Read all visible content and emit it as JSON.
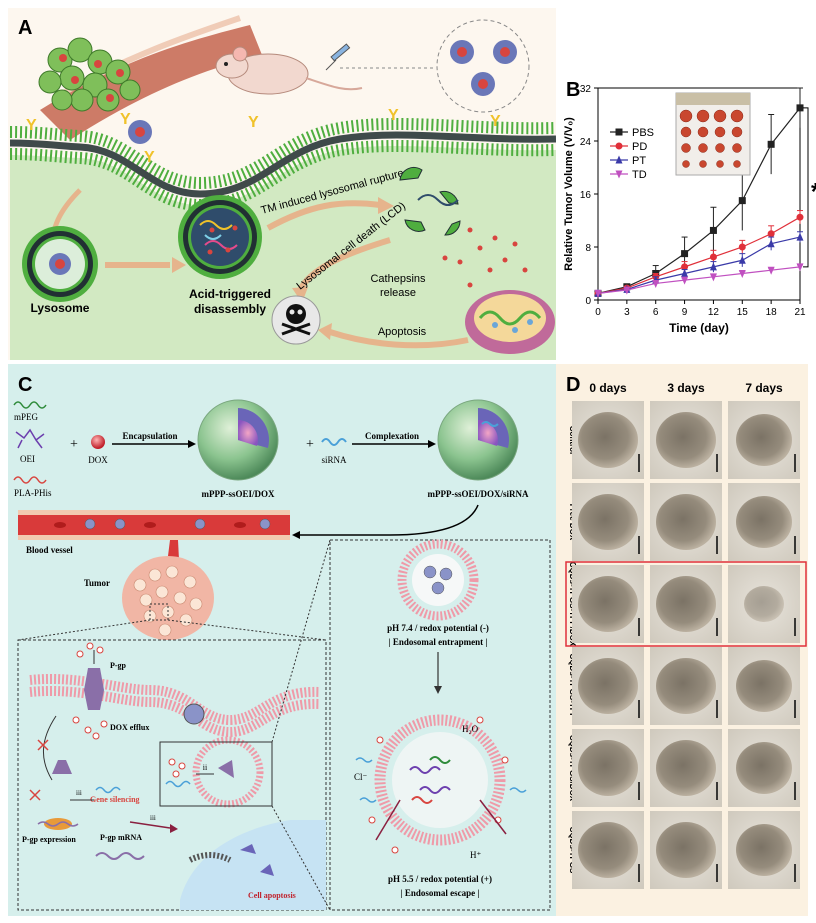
{
  "panels": {
    "a": {
      "label": "A",
      "lysosome": "Lysosome",
      "acid_1": "Acid-triggered",
      "acid_2": "disassembly",
      "tm": "TM induced lysosomal rupture",
      "lcd": "Lysosomal cell death (LCD)",
      "cath_1": "Cathepsins",
      "cath_2": "release",
      "apoptosis": "Apoptosis",
      "colors": {
        "bg": "#fdf7ef",
        "membrane": "#4fae3f",
        "cytoplasm": "#d2e9c2"
      }
    },
    "b": {
      "label": "B"
    },
    "c": {
      "label": "C",
      "mpeg": "mPEG",
      "oei": "OEI",
      "plaphis": "PLA-PHis",
      "plus_1": "+",
      "plus_2": "+",
      "dox": "DOX",
      "encap": "Encapsulation",
      "complex": "Complexation",
      "sirna": "siRNA",
      "product_1": "mPPP-ssOEI/DOX",
      "product_2": "mPPP-ssOEI/DOX/siRNA",
      "blood": "Blood vessel",
      "tumor": "Tumor",
      "pgp": "P-gp",
      "dox_efflux": "DOX efflux",
      "ii": "ii",
      "iii_1": "iii",
      "iii_2": "iii",
      "gene_sil": "Gene silencing",
      "pgp_exp": "P-gp expression",
      "pgp_mrna": "P-gp mRNA",
      "cell_apop": "Cell apoptosis",
      "ph74": "pH 7.4 / redox potential (-)",
      "endo_trap": "| Endosomal entrapment |",
      "h2o": "H₂O",
      "cl": "Cl⁻",
      "hplus": "H⁺",
      "ph55": "pH 5.5 / redox potential (+)",
      "endo_escape": "| Endosomal escape |",
      "colors": {
        "bg": "#d6efec"
      }
    },
    "d": {
      "label": "D",
      "columns": [
        "0 days",
        "3 days",
        "7 days"
      ],
      "rows": [
        "Control",
        "Free DOX",
        "CQDs-TPGS-TPP/DOX",
        "CQDs-TPGS-TPP",
        "CQDs-TPGS/DOX",
        "CQDs-TPGS"
      ],
      "highlight_row": 2,
      "colors": {
        "bg": "#fbf1e1",
        "highlight": "#e0303a"
      }
    }
  },
  "chart_data": {
    "type": "line",
    "title": "",
    "xlabel": "Time (day)",
    "ylabel": "Relative Tumor Volume (V/V₀)",
    "x": [
      0,
      3,
      6,
      9,
      12,
      15,
      18,
      21
    ],
    "xticks": [
      0,
      3,
      6,
      9,
      12,
      15,
      18,
      21
    ],
    "yticks": [
      0,
      8,
      16,
      24,
      32
    ],
    "xlim": [
      0,
      21
    ],
    "ylim": [
      0,
      32
    ],
    "legend_position": "top-left",
    "significance": "*",
    "series": [
      {
        "name": "PBS",
        "color": "#222222",
        "marker": "square",
        "values": [
          1,
          2,
          4,
          7,
          10.5,
          15,
          23.5,
          29
        ],
        "err": [
          0,
          0.3,
          1.2,
          2.5,
          3.5,
          4.5,
          4.5,
          3
        ]
      },
      {
        "name": "PD",
        "color": "#e0303a",
        "marker": "circle",
        "values": [
          1,
          1.8,
          3.5,
          5,
          6.5,
          8,
          10,
          12.5
        ],
        "err": [
          0,
          0.2,
          0.5,
          0.8,
          1,
          1,
          1.2,
          1
        ]
      },
      {
        "name": "PT",
        "color": "#3a3aa8",
        "marker": "triangle",
        "values": [
          1,
          1.6,
          3,
          4,
          5,
          6,
          8.5,
          9.5
        ],
        "err": [
          0,
          0.2,
          0.5,
          0.6,
          0.8,
          1,
          1,
          0.8
        ]
      },
      {
        "name": "TD",
        "color": "#c050c0",
        "marker": "triangle-down",
        "values": [
          1,
          1.5,
          2.5,
          3,
          3.5,
          4,
          4.5,
          5
        ],
        "err": [
          0,
          0.1,
          0.3,
          0.3,
          0.3,
          0.3,
          0.3,
          0.3
        ]
      }
    ]
  }
}
